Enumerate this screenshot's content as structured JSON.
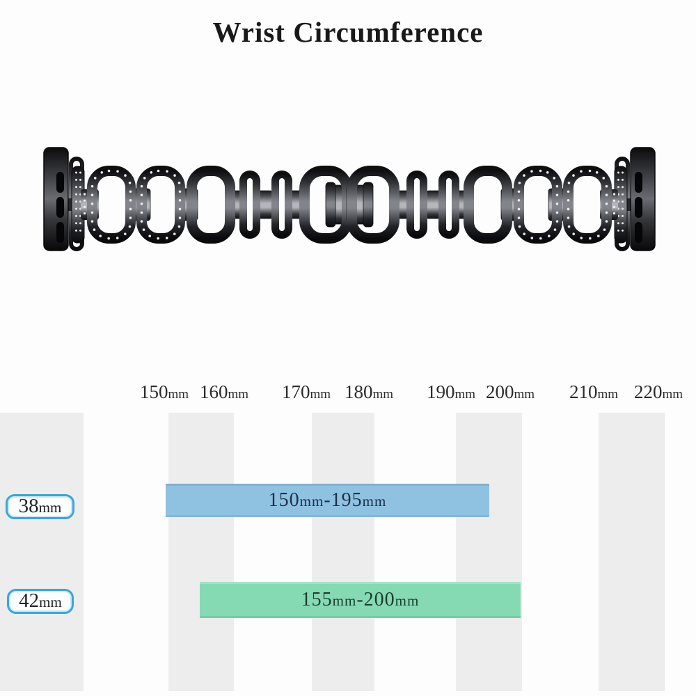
{
  "title": "Wrist Circumference",
  "chart": {
    "ticks": [
      {
        "num": "150",
        "unit": "mm"
      },
      {
        "num": "160",
        "unit": "mm"
      },
      {
        "num": "170",
        "unit": "mm"
      },
      {
        "num": "180",
        "unit": "mm"
      },
      {
        "num": "190",
        "unit": "mm"
      },
      {
        "num": "200",
        "unit": "mm"
      },
      {
        "num": "210",
        "unit": "mm"
      },
      {
        "num": "220",
        "unit": "mm"
      }
    ],
    "rows": [
      {
        "size_num": "38",
        "size_unit": "mm",
        "range": {
          "min_num": "150",
          "min_unit": "mm",
          "dash": "-",
          "max_num": "195",
          "max_unit": "mm"
        }
      },
      {
        "size_num": "42",
        "size_unit": "mm",
        "range": {
          "min_num": "155",
          "min_unit": "mm",
          "dash": "-",
          "max_num": "200",
          "max_unit": "mm"
        }
      }
    ]
  },
  "colors": {
    "bar_38mm": "#8fc1e1",
    "bar_42mm": "#85dab4",
    "row_label_border": "#3aa6d8",
    "background_stripe": "#ededed",
    "text": "#1e1e1e",
    "band_metal_dark": "#0e0e10",
    "band_metal_light": "#82848b",
    "rhinestone": "#ececee"
  },
  "chart_data": {
    "type": "bar",
    "subtype": "horizontal-range",
    "title": "Wrist Circumference",
    "categories": [
      "38mm",
      "42mm"
    ],
    "series": [
      {
        "name": "38mm",
        "range_mm": [
          150,
          195
        ],
        "label": "150mm-195mm",
        "color": "#8fc1e1"
      },
      {
        "name": "42mm",
        "range_mm": [
          155,
          200
        ],
        "label": "155mm-200mm",
        "color": "#85dab4"
      }
    ],
    "x_ticks_mm": [
      150,
      160,
      170,
      180,
      190,
      200,
      210,
      220
    ],
    "x_unit": "mm",
    "xlim": [
      150,
      220
    ],
    "grid": "alternating-vertical-stripes",
    "legend": "none"
  }
}
